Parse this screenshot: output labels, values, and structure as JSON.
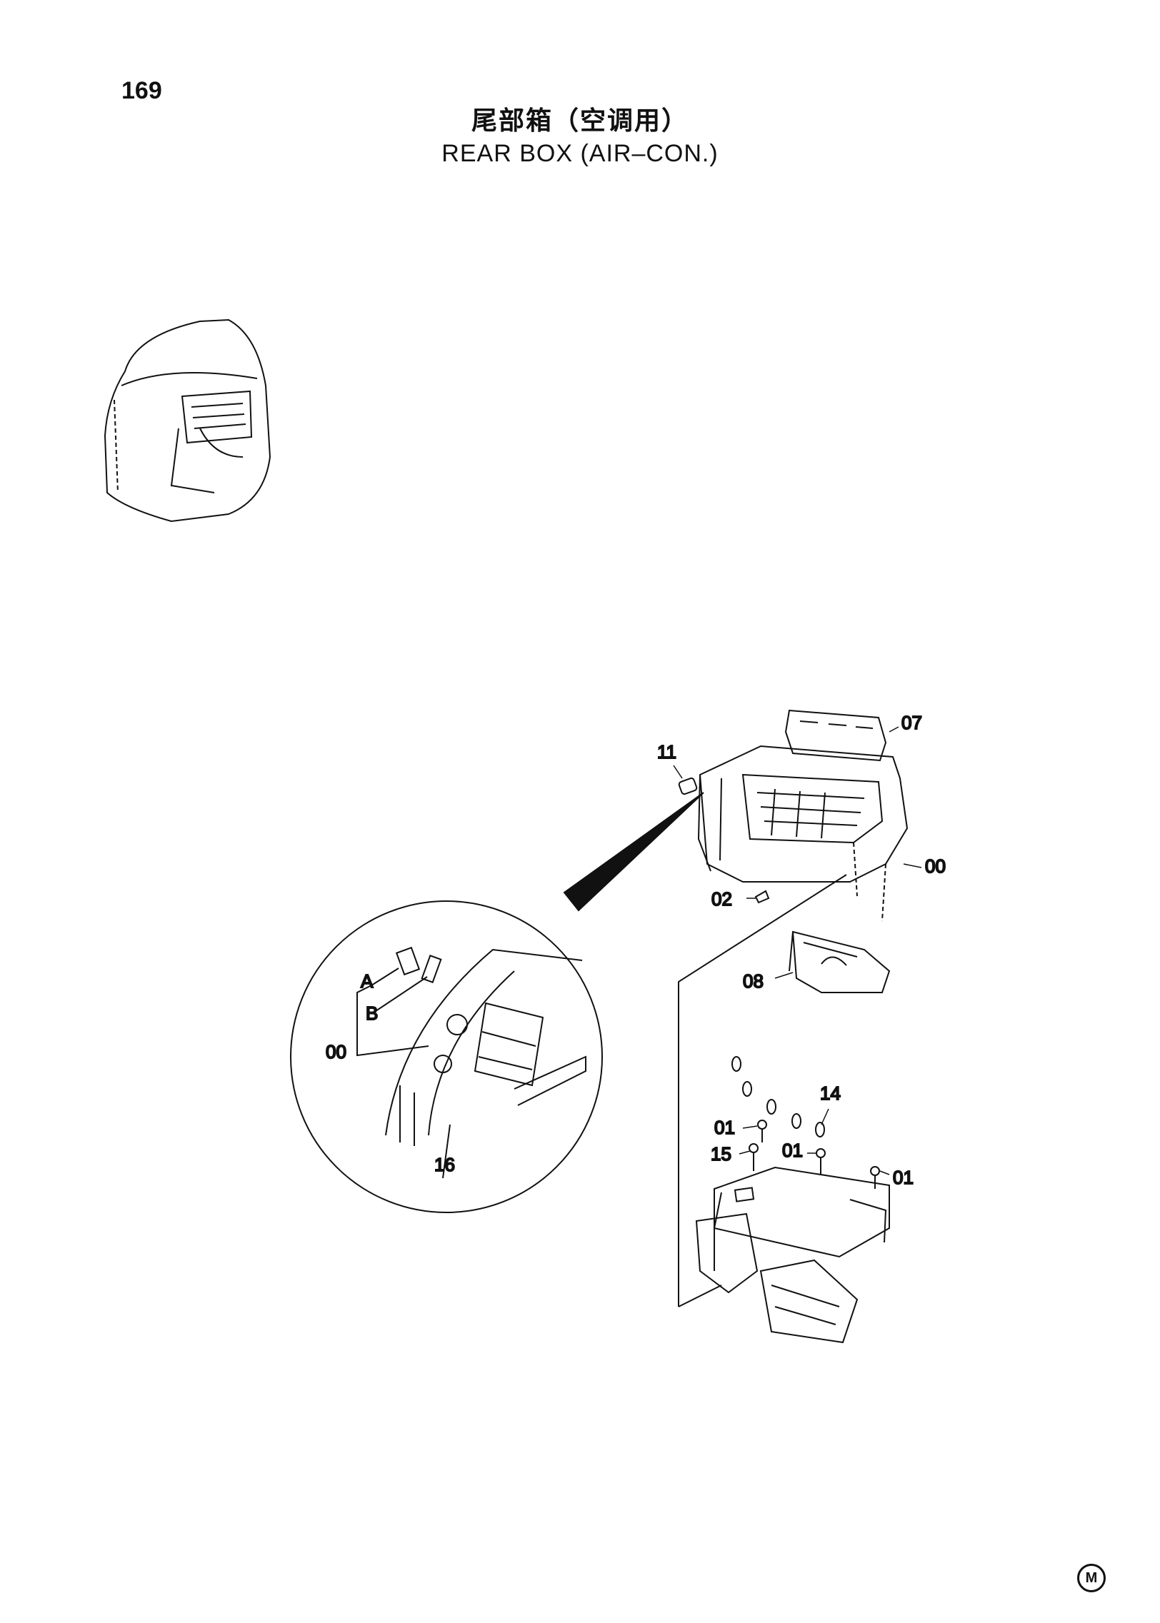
{
  "page": {
    "number": "169",
    "title_cn": "尾部箱（空调用）",
    "title_en": "REAR BOX (AIR–CON.)",
    "corner_mark": "M"
  },
  "callouts": {
    "p07": "07",
    "p11": "11",
    "p00": "00",
    "p02": "02",
    "p08": "08",
    "pA": "A",
    "pB": "B",
    "p00_detail": "00",
    "p16": "16",
    "p14": "14",
    "p01_a": "01",
    "p01_b": "01",
    "p01_c": "01",
    "p15": "15"
  }
}
